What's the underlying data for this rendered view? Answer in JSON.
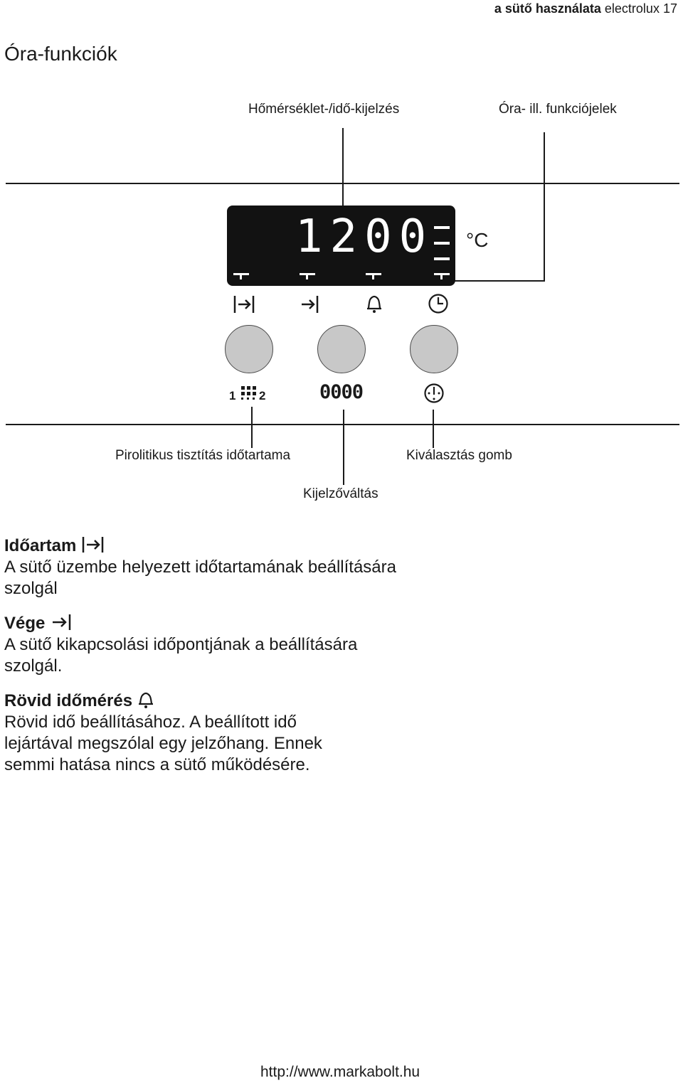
{
  "header": {
    "section": "a sütő használata",
    "brand": "electrolux",
    "page": "17"
  },
  "title": "Óra-funkciók",
  "diagram": {
    "label_display": "Hőmérséklet-/idő-kijelzés",
    "label_symbols": "Óra- ill. funkciójelek",
    "display_digits": "1200",
    "display_unit": "°C",
    "label_pyro": "Pirolitikus tisztítás időtartama",
    "label_select": "Kiválasztás gomb",
    "label_toggle": "Kijelzőváltás",
    "pyro_left": "1",
    "pyro_right": "2",
    "display_toggle_digits": "0000"
  },
  "sections": [
    {
      "heading": "Időartam",
      "text": "A sütő üzembe helyezett időtartamának beállítására szolgál"
    },
    {
      "heading": "Vége",
      "text": "A sütő kikapcsolási időpontjának a beállítására szolgál."
    },
    {
      "heading": "Rövid időmérés",
      "text": "Rövid idő beállításához. A beállított idő lejártával megszólal egy jelzőhang. Ennek semmi hatása nincs a sütő működésére."
    }
  ],
  "footer": "http://www.markabolt.hu"
}
